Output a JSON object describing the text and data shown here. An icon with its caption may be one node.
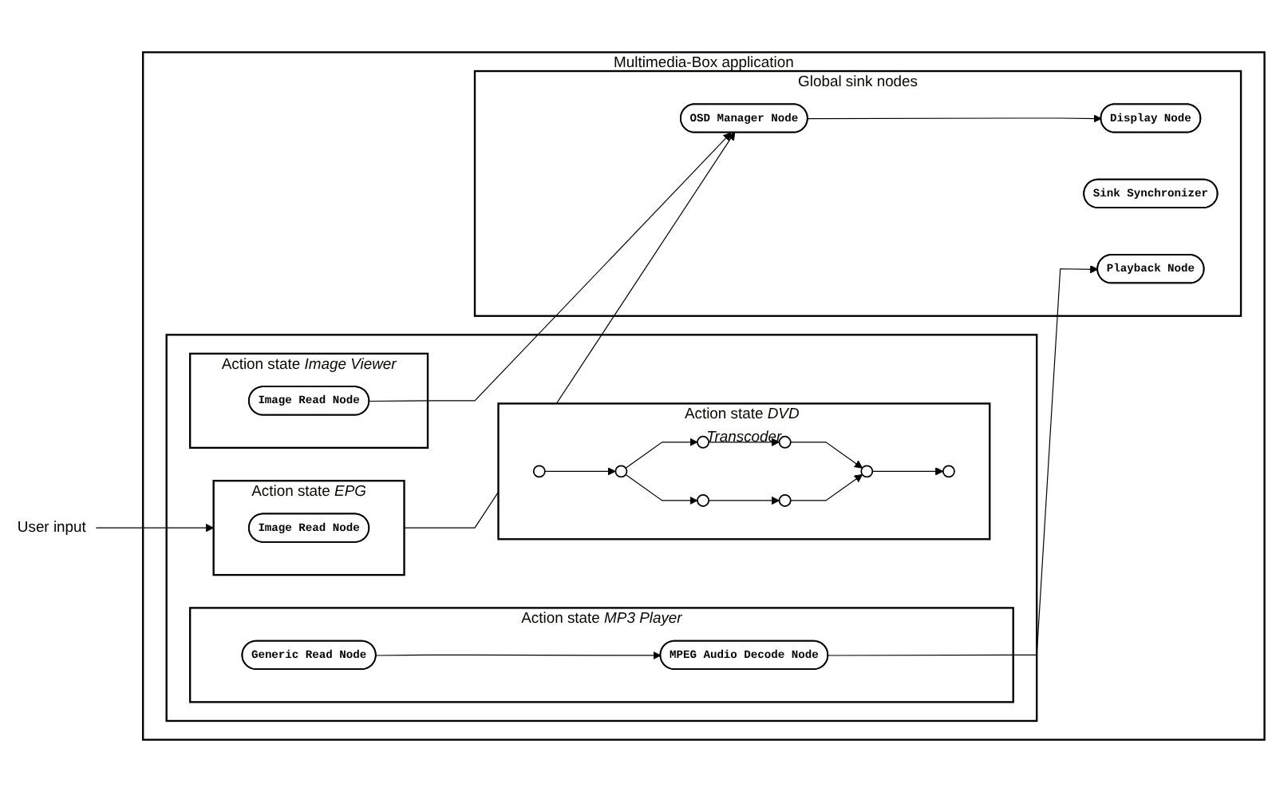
{
  "diagram": {
    "nodes": [
      {
        "text": [
          "Multimedia-Box application"
        ]
      },
      {
        "text": [],
        "shape": "box",
        "in": 0
      },
      {
        "text": [
          "Action state *EPG*"
        ],
        "in": 1
      },
      {
        "text": [
          "Image Read Node"
        ],
        "in": 2
      },
      {
        "text": [
          "Action state *Image Viewer*"
        ],
        "in": 1
      },
      {
        "text": [
          "Image Read Node"
        ],
        "in": 4
      },
      {
        "text": [
          "Action state *MP3 Player*"
        ],
        "in": 1
      },
      {
        "text": [
          "Generic Read Node"
        ],
        "in": 6
      },
      {
        "text": [
          "MPEG Audio Decode Node"
        ],
        "in": 6
      },
      {
        "text": [
          "Action state *DVD Transcoder*"
        ],
        "in": 1
      },
      {
        "text": [],
        "shape": "circle",
        "in": 9
      },
      {
        "text": [],
        "shape": "circle",
        "in": 9
      },
      {
        "text": [],
        "shape": "circle",
        "in": 9
      },
      {
        "text": [],
        "shape": "circle",
        "in": 9
      },
      {
        "text": [],
        "shape": "circle",
        "in": 9
      },
      {
        "text": [],
        "shape": "circle",
        "in": 9
      },
      {
        "text": [],
        "shape": "circle",
        "in": 9
      },
      {
        "text": [],
        "shape": "circle",
        "in": 9
      },
      {
        "text": [
          "Global sink nodes"
        ],
        "in": 0
      },
      {
        "text": [
          "OSD Manager Node"
        ],
        "in": 18
      },
      {
        "text": [
          "Display Node"
        ],
        "in": 18
      },
      {
        "text": [
          "Sink Synchronizer"
        ],
        "in": 18
      },
      {
        "text": [
          "Playback Node"
        ],
        "in": 18
      },
      {
        "text": [
          "User input"
        ]
      }
    ],
    "edges": [
      {
        "from": 23,
        "to": 2,
        "arrow": "to"
      },
      {
        "from": 2,
        "to": 19,
        "arrow": "to"
      },
      {
        "from": 5,
        "to": 19,
        "arrow": "to"
      },
      {
        "from": 19,
        "to": 20,
        "arrow": "to"
      },
      {
        "from": 7,
        "to": 8,
        "arrow": "to"
      },
      {
        "from": 8,
        "to": 22,
        "arrow": "to"
      },
      {
        "from": 10,
        "to": 11,
        "arrow": "to"
      },
      {
        "from": 11,
        "to": 12,
        "arrow": "to"
      },
      {
        "from": 11,
        "to": 13,
        "arrow": "to"
      },
      {
        "from": 12,
        "to": 14,
        "arrow": "to"
      },
      {
        "from": 13,
        "to": 15,
        "arrow": "to"
      },
      {
        "from": 14,
        "to": 16,
        "arrow": "to"
      },
      {
        "from": 15,
        "to": 16,
        "arrow": "to"
      },
      {
        "from": 16,
        "to": 17,
        "arrow": "to"
      }
    ]
  }
}
